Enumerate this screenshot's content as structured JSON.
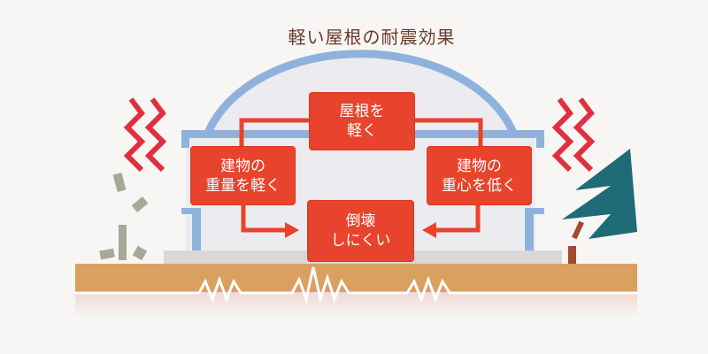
{
  "title": "軽い屋根の耐震効果",
  "boxes": {
    "roof": [
      "屋根を",
      "軽く"
    ],
    "weight": [
      "建物の",
      "重量を軽く"
    ],
    "center": [
      "建物の",
      "重心を低く"
    ],
    "result": [
      "倒壊",
      "しにくい"
    ]
  },
  "colors": {
    "box": "#e8432c",
    "house": "#8fb2dc",
    "ground": "#d9a060",
    "tree": "#1f6b78"
  }
}
